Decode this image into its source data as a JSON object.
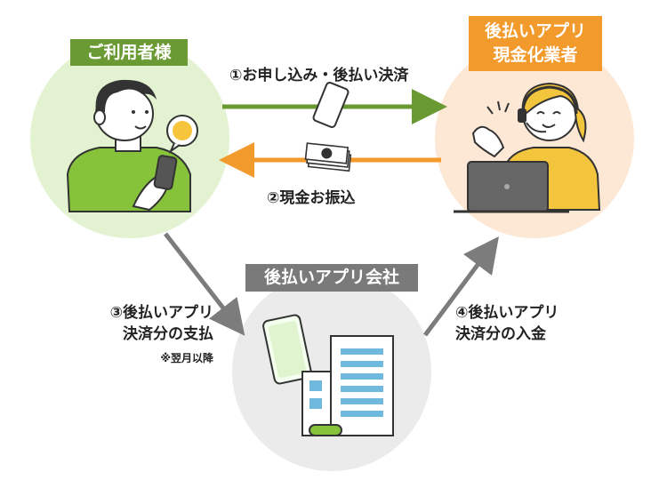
{
  "nodes": {
    "user": {
      "label": "ご利用者様",
      "color": "#6a9a33",
      "bg": "#e3f3d1"
    },
    "vendor": {
      "label_line1": "後払いアプリ",
      "label_line2": "現金化業者",
      "color": "#f39a2c",
      "bg": "#fde8d5"
    },
    "company": {
      "label": "後払いアプリ会社",
      "color": "#7a7a7a",
      "bg": "#ebebeb"
    }
  },
  "steps": {
    "step1": "①お申し込み・後払い決済",
    "step2": "②現金お振込",
    "step3_line1": "③後払いアプリ",
    "step3_line2": "決済分の支払",
    "step3_note": "※翌月以降",
    "step4_line1": "④後払いアプリ",
    "step4_line2": "決済分の入金"
  },
  "icons": {
    "yen_bubble": "¥",
    "bill": "¥"
  },
  "colors": {
    "green_arrow": "#6a9a33",
    "orange_arrow": "#f39a2c",
    "gray_arrow": "#7c7c7c"
  }
}
